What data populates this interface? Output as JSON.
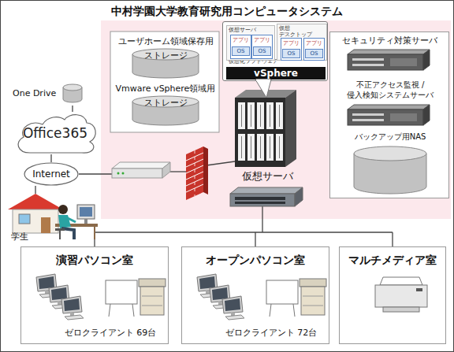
{
  "diagram": {
    "title": "中村学園大学教育研究用コンピュータシステム",
    "nodes": [
      {
        "text": [
          "ユーザホーム領域保存用 ストレージ"
        ]
      },
      {
        "text": [
          "Vmware vSphere領域用 ストレージ"
        ]
      },
      {
        "text": [
          "仮想化ソフトウェア"
        ]
      },
      {
        "text": [
          "仮想サーバ"
        ],
        "in": 2
      },
      {
        "text": [
          "アプリ",
          "OS"
        ],
        "in": 3
      },
      {
        "text": [
          "アプリ",
          "OS"
        ],
        "in": 3
      },
      {
        "text": [
          "仮想 デスクトップ"
        ],
        "in": 2
      },
      {
        "text": [
          "アプリ",
          "OS"
        ],
        "in": 6
      },
      {
        "text": [
          "アプリ",
          "OS"
        ],
        "in": 6
      },
      {
        "text": [
          "vSphere"
        ],
        "in": 2
      },
      {
        "text": [
          "セキュリティ対策サーバ"
        ]
      },
      {
        "text": [
          "不正アクセス監視 / 侵入検知システムサーバ"
        ],
        "in": 10
      },
      {
        "text": [
          "バックアップ用NAS"
        ],
        "in": 10
      },
      {
        "text": [
          "One Drive"
        ]
      },
      {
        "text": [
          "Office365"
        ]
      },
      {
        "text": [
          "Internet"
        ]
      },
      {
        "text": [
          "仮想サーバ"
        ]
      },
      {
        "text": [
          "学生"
        ]
      },
      {
        "text": [
          "演習パソコン室",
          "ゼロクライアント 69台"
        ]
      },
      {
        "text": [
          "オープンパソコン室",
          "ゼロクライアント 72台"
        ]
      },
      {
        "text": [
          "マルチメディア室"
        ]
      }
    ],
    "edges": [
      {
        "from": 13,
        "to": 14,
        "arrow": "none"
      },
      {
        "from": 14,
        "to": 15,
        "arrow": "none"
      },
      {
        "from": 15,
        "to": 17,
        "arrow": "none"
      }
    ]
  }
}
